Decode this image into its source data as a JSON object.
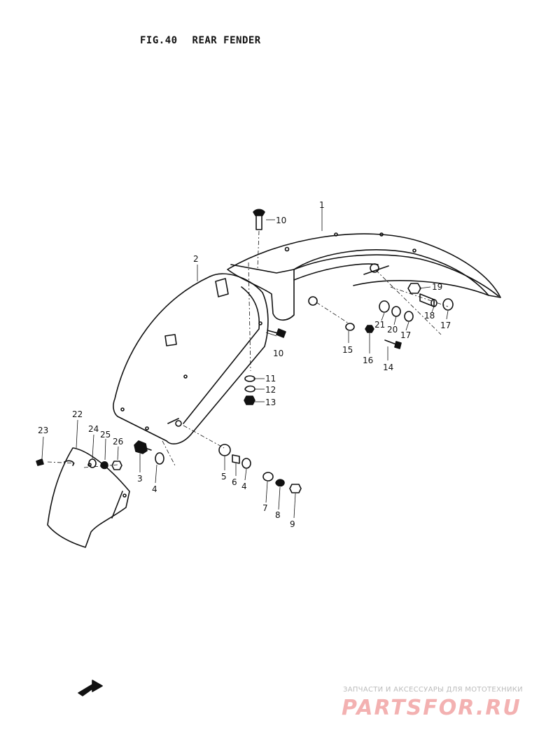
{
  "title": {
    "fig": "FIG.40",
    "name": "REAR FENDER"
  },
  "labels": {
    "l1": "1",
    "l2": "2",
    "l3": "3",
    "l4a": "4",
    "l4b": "4",
    "l5": "5",
    "l6": "6",
    "l7": "7",
    "l8": "8",
    "l9": "9",
    "l10a": "10",
    "l10b": "10",
    "l11": "11",
    "l12": "12",
    "l13": "13",
    "l14": "14",
    "l15": "15",
    "l16": "16",
    "l17a": "17",
    "l17b": "17",
    "l18": "18",
    "l19": "19",
    "l20": "20",
    "l21": "21",
    "l22": "22",
    "l23": "23",
    "l24": "24",
    "l25": "25",
    "l26": "26"
  },
  "watermark": {
    "tagline": "ЗАПЧАСТИ И АКСЕССУАРЫ ДЛЯ МОТОТЕХНИКИ",
    "brand": "PARTSFOR.RU"
  },
  "colors": {
    "ink": "#111111",
    "watermark_text": "#bbbbbb",
    "watermark_brand": "#f3b1b1"
  }
}
